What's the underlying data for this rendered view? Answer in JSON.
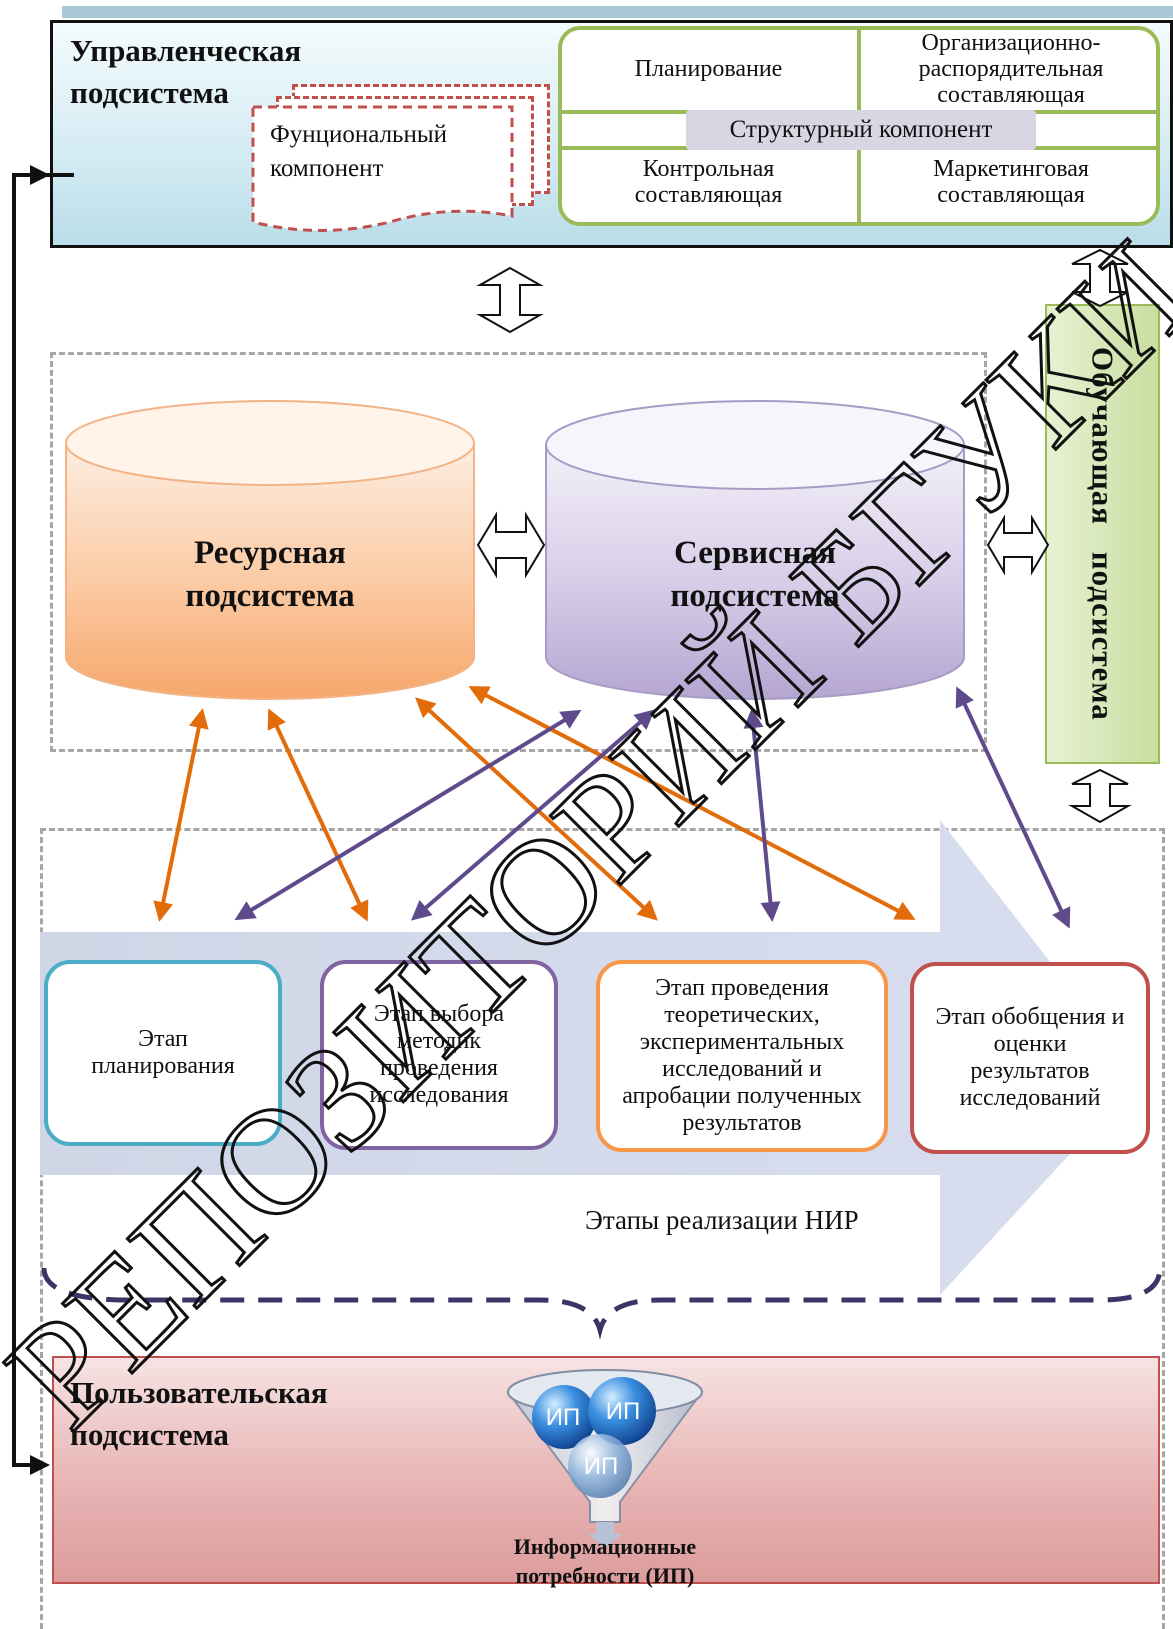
{
  "management": {
    "title_line1": "Управленческая",
    "title_line2": "подсистема",
    "functional_line1": "Фунциональный",
    "functional_line2": "компонент",
    "structural": {
      "planning": "Планирование",
      "org_line1": "Организационно-",
      "org_line2": "распорядительная",
      "org_line3": "составляющая",
      "center": "Структурный компонент",
      "control_line1": "Контрольная",
      "control_line2": "составляющая",
      "marketing_line1": "Маркетинговая",
      "marketing_line2": "составляющая"
    }
  },
  "resource": {
    "line1": "Ресурсная",
    "line2": "подсистема",
    "color": "#f7b27a"
  },
  "service": {
    "line1": "Сервисная",
    "line2": "подсистема",
    "color": "#c9bde0"
  },
  "learning": {
    "label": "Обучающая подсистема",
    "color": "#c8dea0"
  },
  "stages": {
    "label": "Этапы реализации НИР",
    "items": [
      {
        "lines": [
          "Этап",
          "планирования"
        ],
        "color": "#4bacc6"
      },
      {
        "lines": [
          "Этап выбора",
          "методик",
          "проведения",
          "исследования"
        ],
        "color": "#8064a2"
      },
      {
        "lines": [
          "Этап проведения",
          "теоретических,",
          "экспериментальных",
          "исследований и",
          "апробации полученных",
          "результатов"
        ],
        "color": "#f79646"
      },
      {
        "lines": [
          "Этап обобщения и",
          "оценки",
          "результатов",
          "исследований"
        ],
        "color": "#c0504d"
      }
    ]
  },
  "user": {
    "title_line1": "Пользовательская",
    "title_line2": "подсистема",
    "ip_line1": "Информационные",
    "ip_line2": "потребности (ИП)",
    "ball": "ИП"
  },
  "watermark": "РЕПОЗИТОРИЙ БГУКИ",
  "colors": {
    "orange_arrow": "#e36c0a",
    "purple_arrow": "#5f4b8b",
    "green_border": "#9bbb59"
  }
}
